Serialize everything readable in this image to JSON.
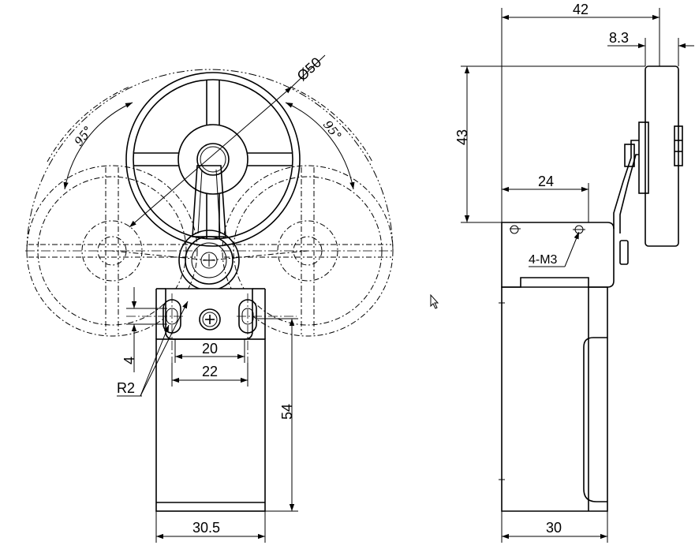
{
  "front_view": {
    "dim_diameter": "Ø50",
    "angle_left": "95°",
    "angle_right": "95°",
    "dim_slot_spacing_inner": "20",
    "dim_slot_spacing_outer": "22",
    "dim_slot_height": "4",
    "dim_slot_radius": "R2",
    "dim_mount_height": "54",
    "dim_body_width": "30.5"
  },
  "side_view": {
    "dim_total_width": "42",
    "dim_roller_width": "8.3",
    "dim_height_to_roller": "43",
    "dim_lever_offset": "24",
    "dim_thread": "4-M3",
    "dim_body_depth": "30"
  },
  "icons": [
    "mouse-cursor-icon",
    "cross-screw-icon"
  ]
}
